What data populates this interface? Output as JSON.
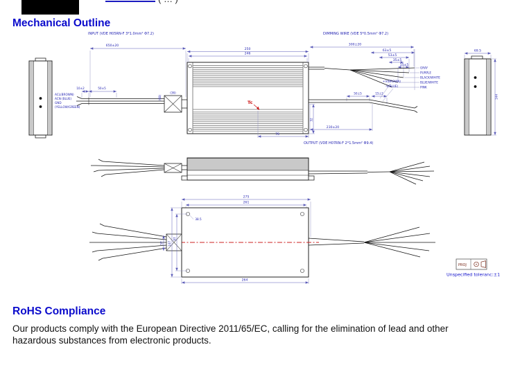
{
  "header": {
    "cropped_text": "( … )"
  },
  "mechanical": {
    "title": "Mechanical Outline",
    "notes": {
      "input": "INPUT (VDE H05RN-F 3*1.0mm² Φ7.2)",
      "dimming": "DIMMING WIRE (VDE 5*0.5mm² Φ7.2)",
      "output": "OUTPUT (VDE H07RN-F 2*1.5mm² Φ9.4)",
      "tc": "Tc",
      "proj": "PROJ",
      "tolerance": "Unspecified toleranc:±1"
    },
    "input_wire_labels": [
      "ACL(BROWN)",
      "ACN (BLUE)",
      "GND",
      "(YELLOW/GREEN)"
    ],
    "dim_wire_labels": [
      "GRAY",
      "PURPLE",
      "BLACK/WHITE",
      "BLUE/WHITE",
      "PINK"
    ],
    "output_wire_labels": [
      "+V(BROWN)",
      "-V(BLUE)"
    ],
    "dims": {
      "wire_left_total": "650±20",
      "body_top": "250",
      "body_inner": "246",
      "wire_right_total": "300±20",
      "dim_step_1": "63±5",
      "dim_step_2": "53±5",
      "dim_step_3": "35±5",
      "dim_step_4": "15±5",
      "input_strip": "10±2",
      "input_jacket": "50±5",
      "conn_width": "(36)",
      "conn_height": "(68)",
      "output_jacket": "50±5",
      "output_strip": "15±2",
      "output_length": "230±20",
      "tc_offset": "76",
      "output_offset": "32",
      "end_width": "69.5",
      "end_height": "144",
      "bottom_overall": "275",
      "bottom_holes": "261",
      "hole_inset": "38.5",
      "bottom_height": "147",
      "bottom_holes_v": "97",
      "conn_offset": "57",
      "bottom_length": "264"
    }
  },
  "rohs": {
    "title": "RoHS Compliance",
    "body": "Our products comply with the European Directive 2011/65/EC, calling for the elimination of lead and other hazardous substances from electronic products."
  }
}
